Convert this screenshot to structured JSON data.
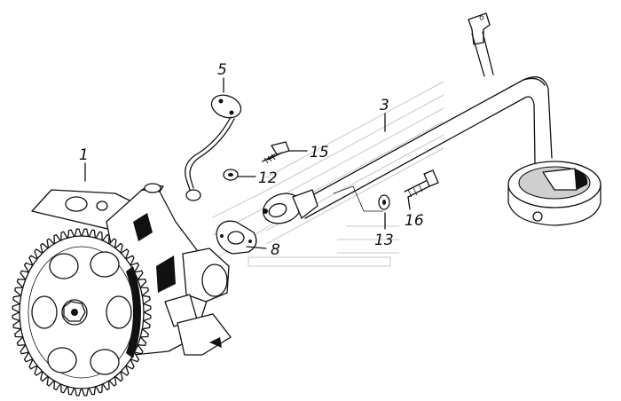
{
  "callouts": [
    {
      "id": "p1",
      "label": "1"
    },
    {
      "id": "p3",
      "label": "3"
    },
    {
      "id": "p5",
      "label": "5"
    },
    {
      "id": "p8",
      "label": "8"
    },
    {
      "id": "p12",
      "label": "12"
    },
    {
      "id": "p13",
      "label": "13"
    },
    {
      "id": "p15",
      "label": "15"
    },
    {
      "id": "p16",
      "label": "16"
    }
  ],
  "colors": {
    "line": "#111111",
    "background": "#ffffff",
    "watermark": "#c8c8c8"
  }
}
